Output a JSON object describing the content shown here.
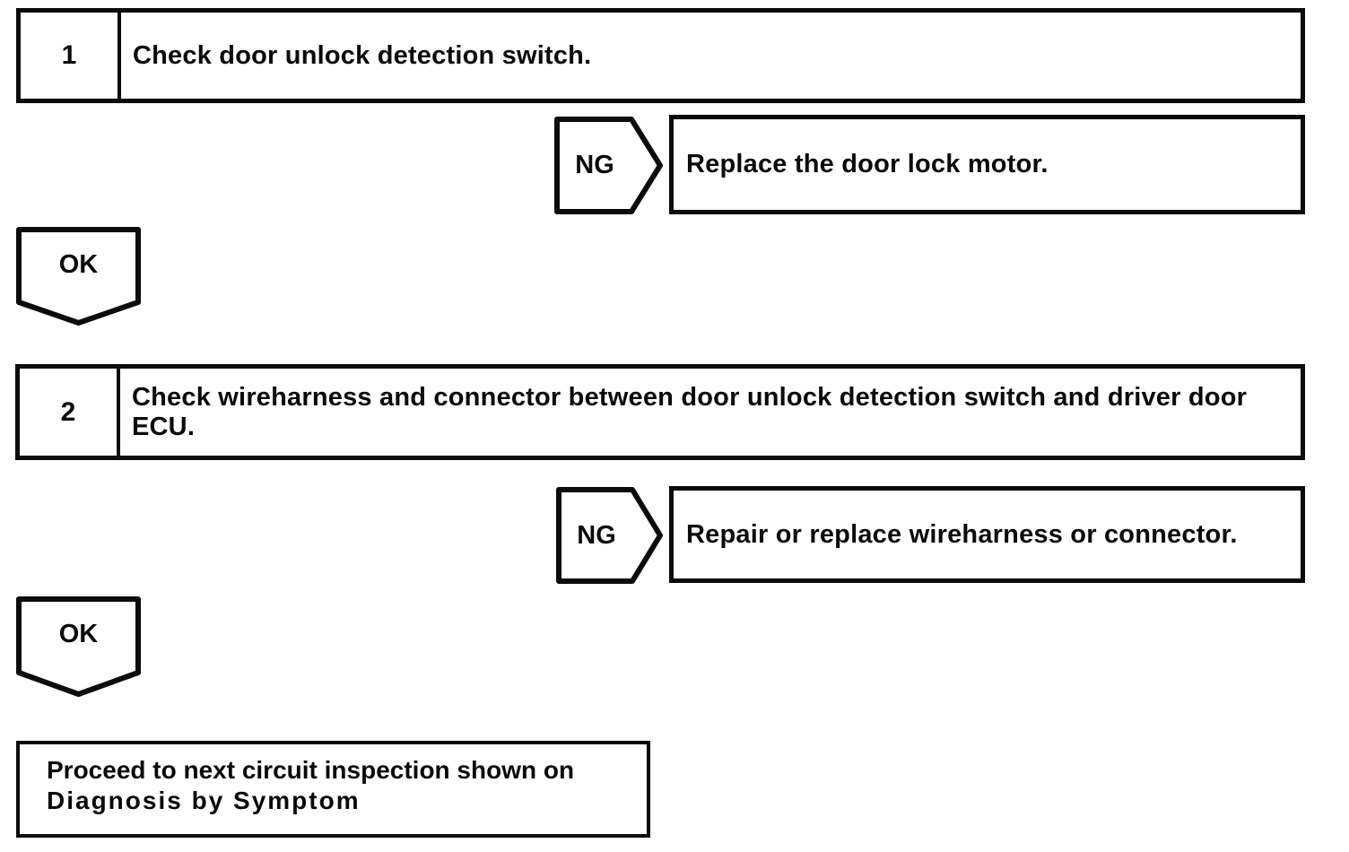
{
  "page": {
    "background_color": "#ffffff",
    "ink_color": "#0c0c0c"
  },
  "flowchart": {
    "steps": [
      {
        "number": "1",
        "instruction": "Check door unlock detection switch.",
        "ng_label": "NG",
        "ng_action": "Replace the door lock motor.",
        "ok_label": "OK"
      },
      {
        "number": "2",
        "instruction": "Check wireharness and connector between door unlock detection switch and driver door ECU.",
        "ng_label": "NG",
        "ng_action": "Repair or replace wireharness or connector.",
        "ok_label": "OK"
      }
    ],
    "final": {
      "line1": "Proceed to next circuit inspection shown on",
      "line2": "Diagnosis by Symptom"
    }
  }
}
